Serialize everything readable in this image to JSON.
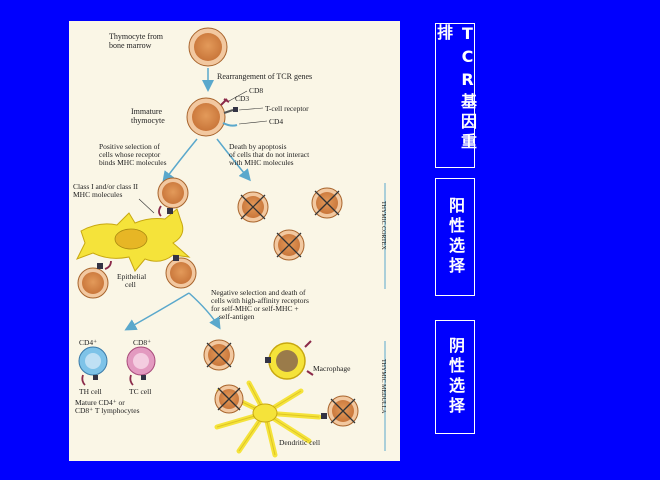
{
  "figure": {
    "labels": {
      "thymocyte_from_bone_marrow": [
        "Thymocyte from",
        "bone marrow"
      ],
      "rearrangement": "Rearrangement of TCR genes",
      "cd8": "CD8",
      "cd3": "CD3",
      "t_cell_receptor": "T-cell receptor",
      "cd4": "CD4",
      "immature_thymocyte": [
        "Immature",
        "thymocyte"
      ],
      "positive_selection": [
        "Positive selection of",
        "cells whose receptor",
        "binds MHC molecules"
      ],
      "death_by_apoptosis": [
        "Death by apoptosis",
        "of cells that do not interact",
        "with MHC molecules"
      ],
      "class_mhc": [
        "Class I and/or class II",
        "MHC molecules"
      ],
      "epithelial_cell": [
        "Epithelial",
        "cell"
      ],
      "thymic_cortex": "THYMIC CORTEX",
      "negative_selection": [
        "Negative selection and death of",
        "cells with high-affinity receptors",
        "for self-MHC or self-MHC +",
        "self-antigen"
      ],
      "cd4_plus": "CD4⁺",
      "cd8_plus": "CD8⁺",
      "th_cell": "TH cell",
      "tc_cell": "TC cell",
      "macrophage": "Macrophage",
      "mature_thymocytes": [
        "Mature CD4⁺ or",
        "CD8⁺ T lymphocytes"
      ],
      "thymic_medulla": "THYMIC MEDULLA",
      "dendritic_cell": "Dendritic cell"
    },
    "colors": {
      "thymocyte_fill": "#d98a4a",
      "thymocyte_ring": "#f2c8a0",
      "epithelial": "#f5e33a",
      "cd4_cell": "#7ec3e8",
      "cd8_cell": "#e39ac0",
      "arrow": "#5aa8cc"
    }
  },
  "panels": {
    "tcr": "TCR基因重排",
    "positive": "阳性选择",
    "negative": "阴性选择"
  }
}
